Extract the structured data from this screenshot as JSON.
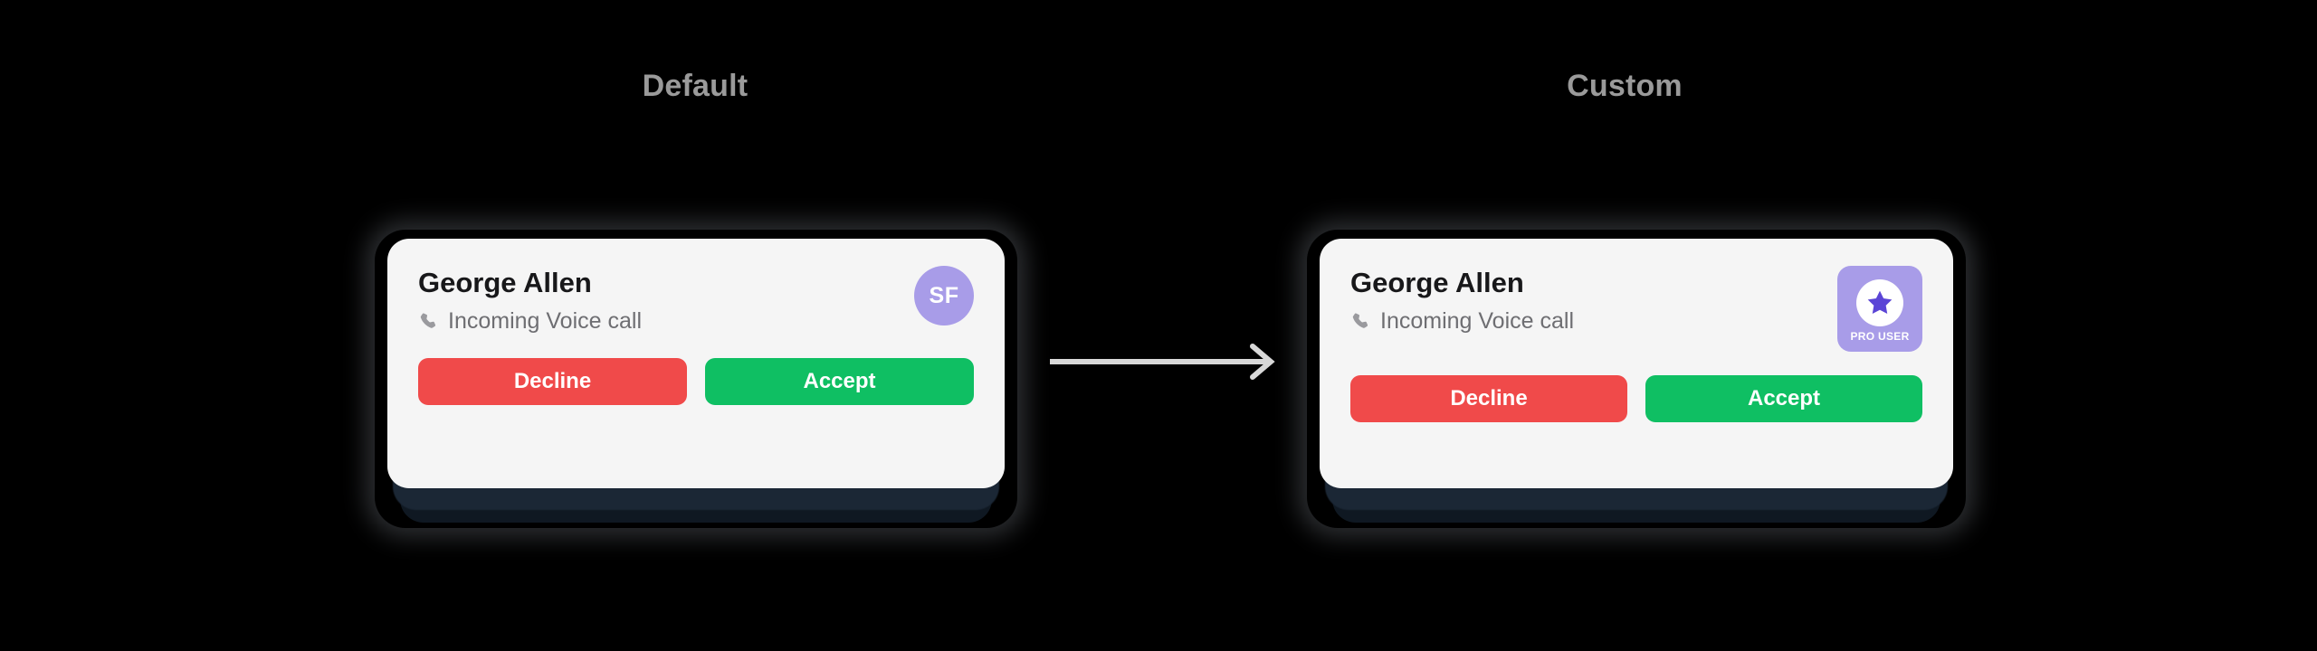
{
  "page": {
    "background": "#000000",
    "heading_color": "#9a9a9e"
  },
  "columns": [
    {
      "id": "default",
      "title": "Default"
    },
    {
      "id": "custom",
      "title": "Custom"
    }
  ],
  "arrow": {
    "icon": "arrow-right-icon",
    "direction": "right",
    "color": "#d8d8d8"
  },
  "cards": {
    "default": {
      "caller_name": "George Allen",
      "status_text": "Incoming Voice call",
      "status_icon": "phone-icon",
      "card_background": "#f5f5f5",
      "avatar": {
        "type": "circle",
        "initials": "SF",
        "background": "#a89ce8",
        "text_color": "#ffffff"
      },
      "buttons": {
        "decline_label": "Decline",
        "decline_color": "#f04a4a",
        "accept_label": "Accept",
        "accept_color": "#0fbf63"
      }
    },
    "custom": {
      "caller_name": "George Allen",
      "status_text": "Incoming Voice call",
      "status_icon": "phone-icon",
      "card_background": "#f5f5f5",
      "avatar": {
        "type": "badge",
        "badge_label": "PRO USER",
        "badge_icon": "star-icon",
        "background": "#a89ce8",
        "disc_color": "#ffffff",
        "star_color": "#5b45d6",
        "text_color": "#ffffff"
      },
      "buttons": {
        "decline_label": "Decline",
        "decline_color": "#f04a4a",
        "accept_label": "Accept",
        "accept_color": "#0fbf63"
      }
    }
  }
}
